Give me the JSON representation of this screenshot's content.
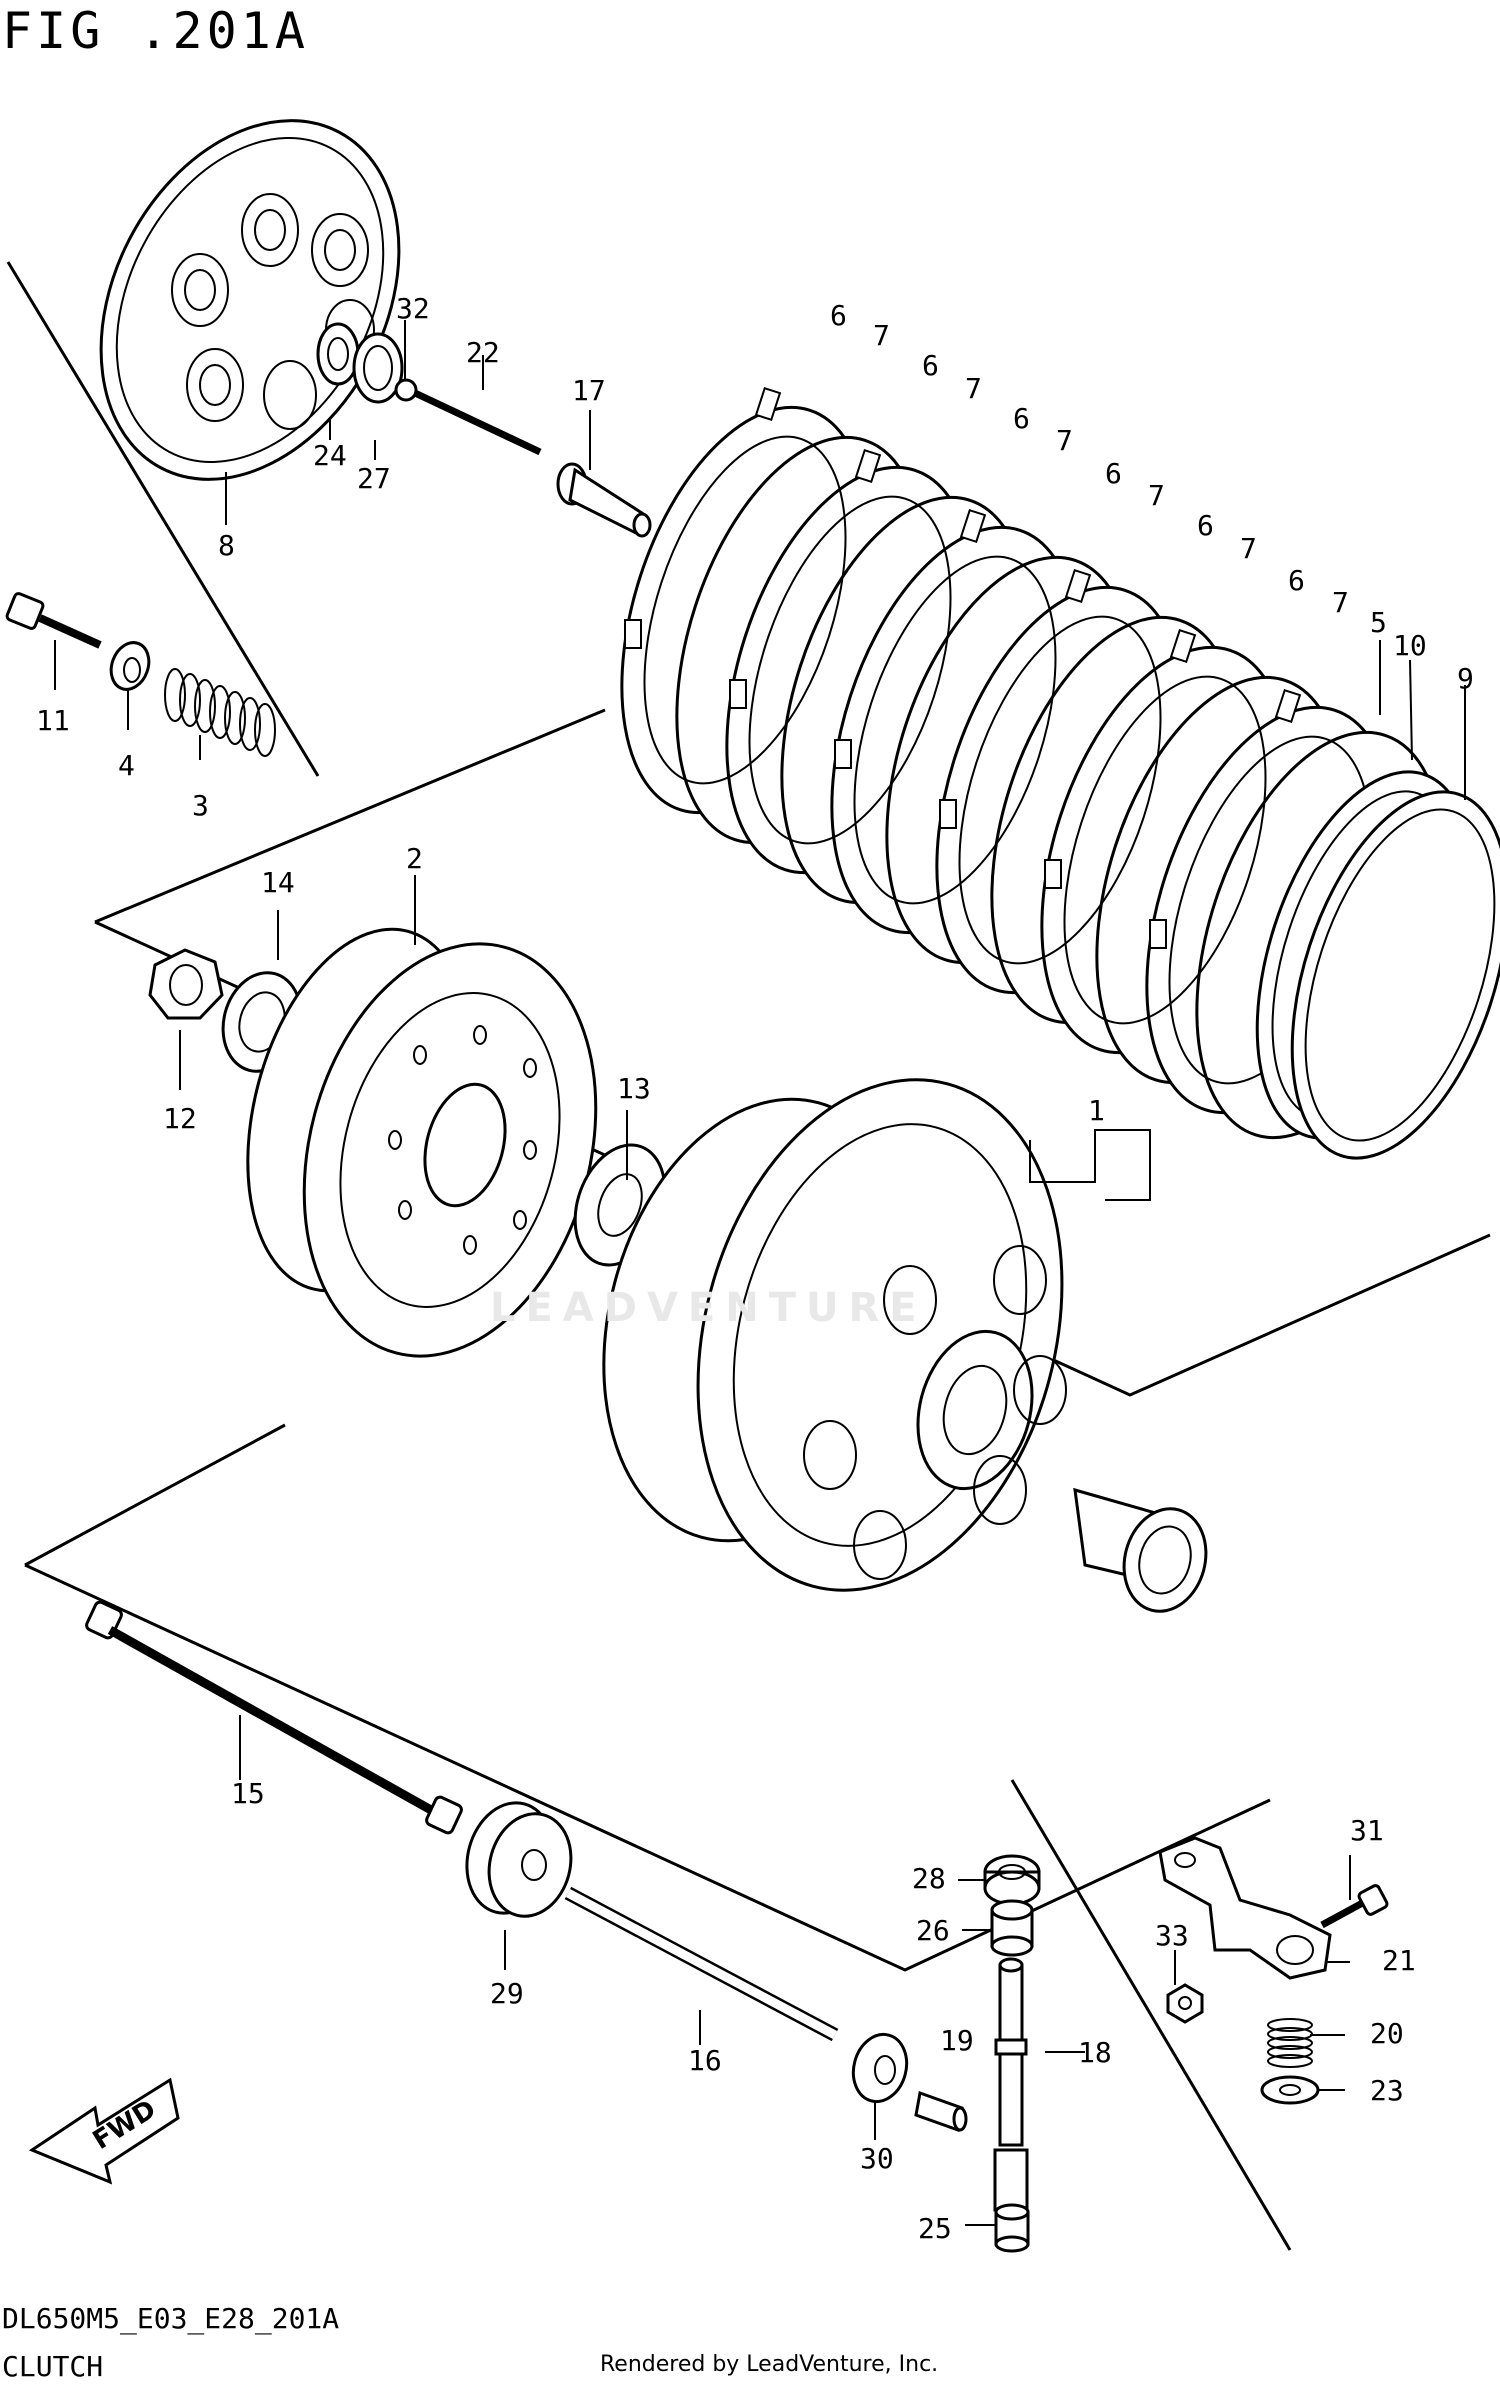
{
  "figure": {
    "title": "FIG .201A",
    "code": "DL650M5_E03_E28_201A",
    "name": "CLUTCH",
    "credit": "Rendered by LeadVenture, Inc.",
    "watermark": "LEADVENTURE",
    "direction_label": "FWD"
  },
  "callouts": {
    "c1": "1",
    "c2": "2",
    "c3": "3",
    "c4": "4",
    "c5": "5",
    "c6a": "6",
    "c6b": "6",
    "c6c": "6",
    "c6d": "6",
    "c6e": "6",
    "c6f": "6",
    "c7a": "7",
    "c7b": "7",
    "c7c": "7",
    "c7d": "7",
    "c7e": "7",
    "c7f": "7",
    "c8": "8",
    "c9": "9",
    "c10": "10",
    "c11": "11",
    "c12": "12",
    "c13": "13",
    "c14": "14",
    "c15": "15",
    "c16": "16",
    "c17": "17",
    "c18": "18",
    "c19": "19",
    "c20": "20",
    "c21": "21",
    "c22": "22",
    "c23": "23",
    "c24": "24",
    "c25": "25",
    "c26": "26",
    "c27": "27",
    "c28": "28",
    "c29": "29",
    "c30": "30",
    "c31": "31",
    "c32": "32",
    "c33": "33"
  }
}
